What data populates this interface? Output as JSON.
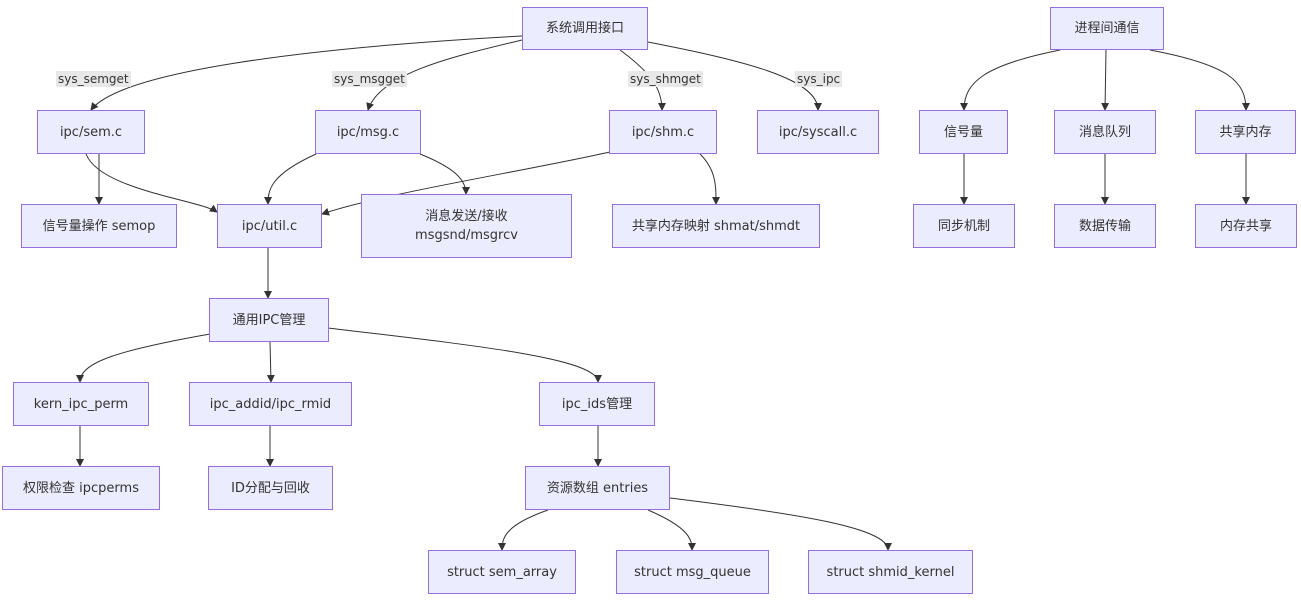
{
  "nodes": {
    "syscall_iface": "系统调用接口",
    "ipc_comm": "进程间通信",
    "sem_c": "ipc/sem.c",
    "msg_c": "ipc/msg.c",
    "shm_c": "ipc/shm.c",
    "syscall_c": "ipc/syscall.c",
    "semaphore": "信号量",
    "msg_queue": "消息队列",
    "shared_mem": "共享内存",
    "semop": "信号量操作 semop",
    "util_c": "ipc/util.c",
    "msg_sendrecv_1": "消息发送/接收",
    "msg_sendrecv_2": "msgsnd/msgrcv",
    "shmat": "共享内存映射 shmat/shmdt",
    "sync": "同步机制",
    "data_transfer": "数据传输",
    "mem_share": "内存共享",
    "general_ipc": "通用IPC管理",
    "kern_ipc_perm": "kern_ipc_perm",
    "ipc_addid": "ipc_addid/ipc_rmid",
    "ipc_ids": "ipc_ids管理",
    "ipcperms": "权限检查 ipcperms",
    "id_alloc": "ID分配与回收",
    "entries": "资源数组 entries",
    "sem_array": "struct sem_array",
    "msg_queue_struct": "struct msg_queue",
    "shmid_kernel": "struct shmid_kernel"
  },
  "edge_labels": {
    "sys_semget": "sys_semget",
    "sys_msgget": "sys_msgget",
    "sys_shmget": "sys_shmget",
    "sys_ipc": "sys_ipc"
  },
  "colors": {
    "node_fill": "#ececff",
    "node_border": "#9370db",
    "edge": "#333333",
    "label_bg": "#e8e8e8"
  }
}
